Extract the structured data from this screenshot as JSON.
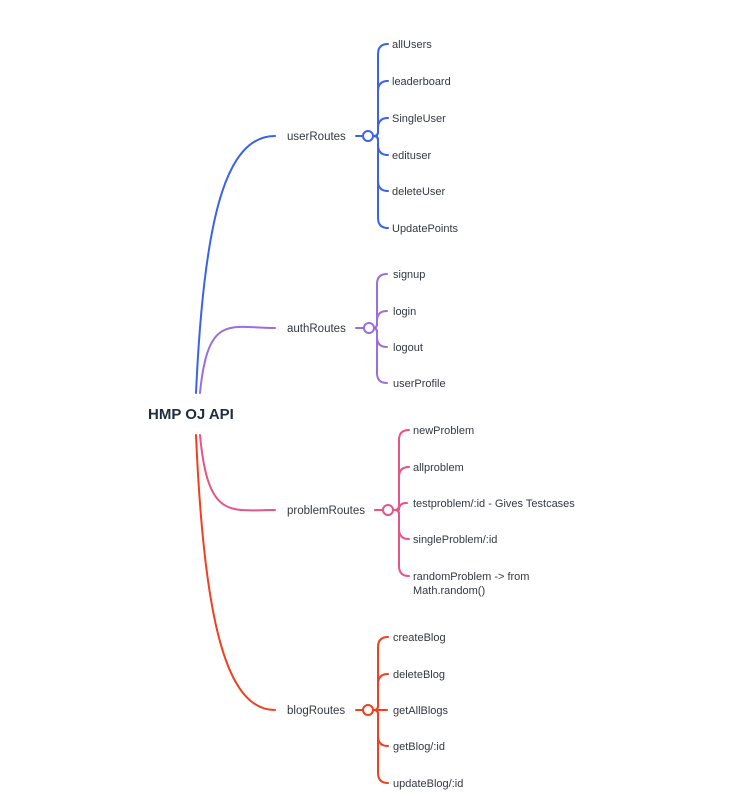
{
  "root": {
    "label": "HMP OJ API"
  },
  "branches": [
    {
      "label": "userRoutes",
      "color": "#3b63e8",
      "children": [
        "allUsers",
        "leaderboard",
        "SingleUser",
        "edituser",
        "deleteUser",
        "UpdatePoints"
      ]
    },
    {
      "label": "authRoutes",
      "color": "#9b6ee0",
      "children": [
        "signup",
        "login",
        "logout",
        "userProfile"
      ]
    },
    {
      "label": "problemRoutes",
      "color": "#e6548a",
      "children": [
        "newProblem",
        "allproblem",
        "testproblem/:id - Gives Testcases",
        "singleProblem/:id",
        "randomProblem -> from\nMath.random()"
      ]
    },
    {
      "label": "blogRoutes",
      "color": "#f0401f",
      "children": [
        "createBlog",
        "deleteBlog",
        "getAllBlogs",
        "getBlog/:id",
        "updateBlog/:id"
      ]
    }
  ]
}
